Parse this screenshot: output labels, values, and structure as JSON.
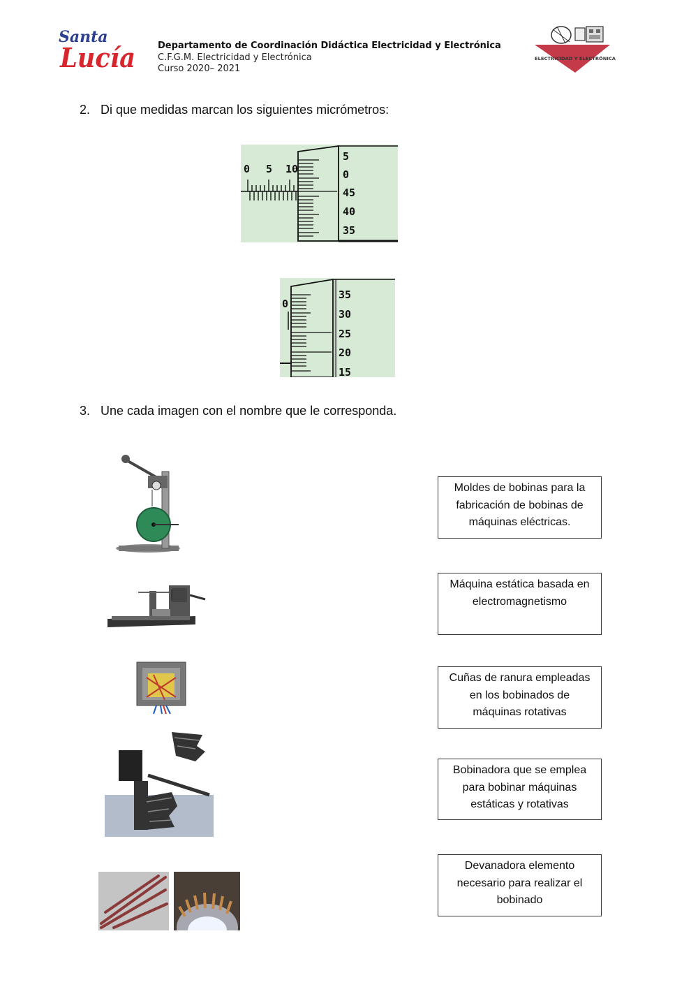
{
  "header": {
    "logo_text_top": "Santa",
    "logo_text_bottom": "Lucía",
    "department": "Departamento de Coordinación Didáctica Electricidad y Electrónica",
    "course_name": "C.F.G.M. Electricidad y Electrónica",
    "course_year": "Curso 2020– 2021",
    "right_logo_text": "ELECTRICIDAD Y ELECTRÓNICA"
  },
  "question2": {
    "number": "2.",
    "text": "Di que medidas marcan los siguientes micrómetros:"
  },
  "micrometer1": {
    "sleeve_labels": [
      "0",
      "5",
      "10"
    ],
    "thimble_labels": [
      "5",
      "0",
      "45",
      "40",
      "35"
    ]
  },
  "micrometer2": {
    "sleeve_labels": [
      "0"
    ],
    "thimble_labels": [
      "35",
      "30",
      "25",
      "20",
      "15"
    ]
  },
  "question3": {
    "number": "3.",
    "text": "Une cada imagen con el nombre que le corresponda."
  },
  "images": [
    {
      "icon": "coil-winder-machine-photo"
    },
    {
      "icon": "bench-winder-photo"
    },
    {
      "icon": "transformer-photo"
    },
    {
      "icon": "coil-molds-photo"
    },
    {
      "icon": "slot-wedges-photo"
    },
    {
      "icon": "stator-slots-photo"
    }
  ],
  "answers": [
    {
      "lines": [
        "Moldes de bobinas para la",
        "fabricación de bobinas de",
        "máquinas eléctricas."
      ]
    },
    {
      "lines": [
        "Máquina estática basada en",
        "electromagnetismo"
      ]
    },
    {
      "lines": [
        "Cuñas de ranura empleadas",
        "en los bobinados de",
        "máquinas rotativas"
      ]
    },
    {
      "lines": [
        "Bobinadora que se emplea",
        "para bobinar máquinas",
        "estáticas y rotativas"
      ]
    },
    {
      "lines": [
        "Devanadora elemento",
        "necesario para realizar el",
        "bobinado"
      ]
    }
  ],
  "colors": {
    "logo_red": "#d8262f",
    "logo_blue": "#2a3f8f",
    "micrometer_bg": "#d7ead6"
  }
}
